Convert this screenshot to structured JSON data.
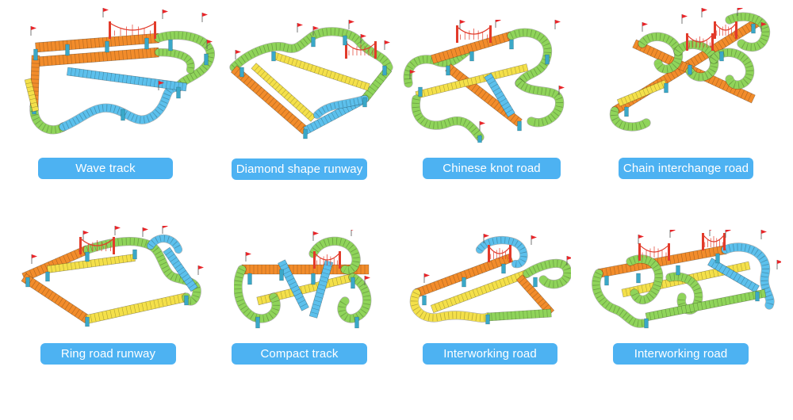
{
  "colors": {
    "pill": "#4db2f2",
    "pill_text": "#ffffff",
    "rail_green": "#8fd45a",
    "rail_orange": "#f28c2b",
    "rail_yellow": "#f4e04a",
    "rail_blue": "#5cc0ec",
    "bridge_red": "#e23a2a",
    "pier_teal": "#3aa8c8",
    "flag_red": "#e8262a"
  },
  "tracks": [
    {
      "id": "wave",
      "label": "Wave track",
      "image_icon": "wave-track-set-image"
    },
    {
      "id": "diamond",
      "label": "Diamond shape runway",
      "image_icon": "diamond-track-set-image"
    },
    {
      "id": "knot",
      "label": "Chinese knot road",
      "image_icon": "knot-track-set-image"
    },
    {
      "id": "chain",
      "label": "Chain interchange road",
      "image_icon": "chain-track-set-image"
    },
    {
      "id": "ring",
      "label": "Ring road runway",
      "image_icon": "ring-track-set-image"
    },
    {
      "id": "compact",
      "label": "Compact track",
      "image_icon": "compact-track-set-image"
    },
    {
      "id": "interworking1",
      "label": "Interworking road",
      "image_icon": "interworking-track-set-image"
    },
    {
      "id": "interworking2",
      "label": "Interworking road",
      "image_icon": "interworking-track-set-image"
    }
  ]
}
